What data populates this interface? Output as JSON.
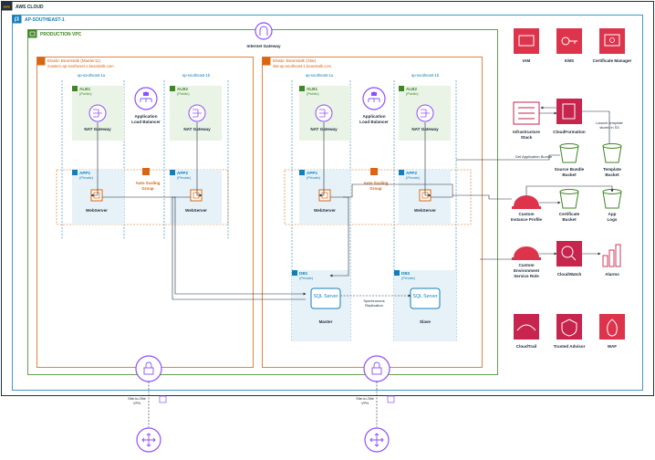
{
  "colors": {
    "cloud_header": "#232f3e",
    "region": "#147eba",
    "vpc": "#3f8624",
    "beanstalk": "#d86613",
    "public_subnet": "#e9f3e6",
    "private_subnet": "#e6f2f8",
    "security": "#dd344c",
    "management": "#c7254e",
    "network": "#8c4fff",
    "storage": "#3f8624"
  },
  "cloud": {
    "title": "AWS CLOUD",
    "icon": "aws-logo-icon"
  },
  "region": {
    "title": "AP-SOUTHEAST-1"
  },
  "vpc": {
    "title": "PRODUCTION VPC"
  },
  "internet_gateway": {
    "label": "Internet Gateway"
  },
  "left_env": {
    "title": "Elastic Beanstalk (Master11)",
    "url": "master1-ap-southeast-1.beanstalk.com",
    "az_a": "ap-southeast-1a",
    "az_b": "ap-southeast-1b",
    "alb1": {
      "title": "ALB1",
      "subtitle": "(Public)"
    },
    "alb2": {
      "title": "ALB2",
      "subtitle": "(Public)"
    },
    "nat1": "NAT Gateway",
    "nat2": "NAT Gateway",
    "alb_label_1": "Application",
    "alb_label_2": "Load Balancer",
    "app1": {
      "title": "APP1",
      "subtitle": "(Private)"
    },
    "app2": {
      "title": "APP2",
      "subtitle": "(Private)"
    },
    "asg_1": "Auto Scaling",
    "asg_2": "Group",
    "ws1": "WebServer",
    "ws2": "WebServer"
  },
  "right_env": {
    "title": "Elastic Beanstalk (Slat)",
    "url": "slat-ap-southeast-1.beanstalk.com",
    "az_a": "ap-southeast-1a",
    "az_b": "ap-southeast-1b",
    "alb1": {
      "title": "ALB1",
      "subtitle": "(Public)"
    },
    "alb2": {
      "title": "ALB2",
      "subtitle": "(Public)"
    },
    "nat1": "NAT Gateway",
    "nat2": "NAT Gateway",
    "alb_label_1": "Application",
    "alb_label_2": "Load Balancer",
    "app1": {
      "title": "APP1",
      "subtitle": "(Private)"
    },
    "app2": {
      "title": "APP2",
      "subtitle": "(Private)"
    },
    "asg_1": "Auto Scaling",
    "asg_2": "Group",
    "ws1": "WebServer",
    "ws2": "WebServer"
  },
  "db": {
    "db1": {
      "title": "DB1",
      "subtitle": "(Private)"
    },
    "db2": {
      "title": "DB2",
      "subtitle": "(Private)"
    },
    "sql": "SQL Server",
    "master": "Master",
    "slave": "Slave",
    "replication_1": "Synchronous",
    "replication_2": "Replication"
  },
  "vpn": {
    "label_1": "Site-to-Site",
    "label_2": "VPN"
  },
  "services": {
    "iam": "IAM",
    "kms": "KMS",
    "cert": "Certificate Manager",
    "infra_1": "Infrastructure",
    "infra_2": "Stack",
    "cfn": "CloudFormation",
    "launch_1": "Launch template",
    "launch_2": "stored in S3",
    "get_app": "Get Application Bundle",
    "source_1": "Source Bundle",
    "source_2": "Bucket",
    "template_1": "Template",
    "template_2": "Bucket",
    "profile_1": "Custom",
    "profile_2": "Instance Profile",
    "certbucket_1": "Certificate",
    "certbucket_2": "Bucket",
    "applogs_1": "App",
    "applogs_2": "Logs",
    "role_1": "Custom",
    "role_2": "Environment",
    "role_3": "Service Role",
    "cloudwatch": "CloudWatch",
    "alarms": "Alarms",
    "cloudtrail": "CloudTrail",
    "trusted": "Trusted Advisor",
    "waf": "WAF"
  }
}
